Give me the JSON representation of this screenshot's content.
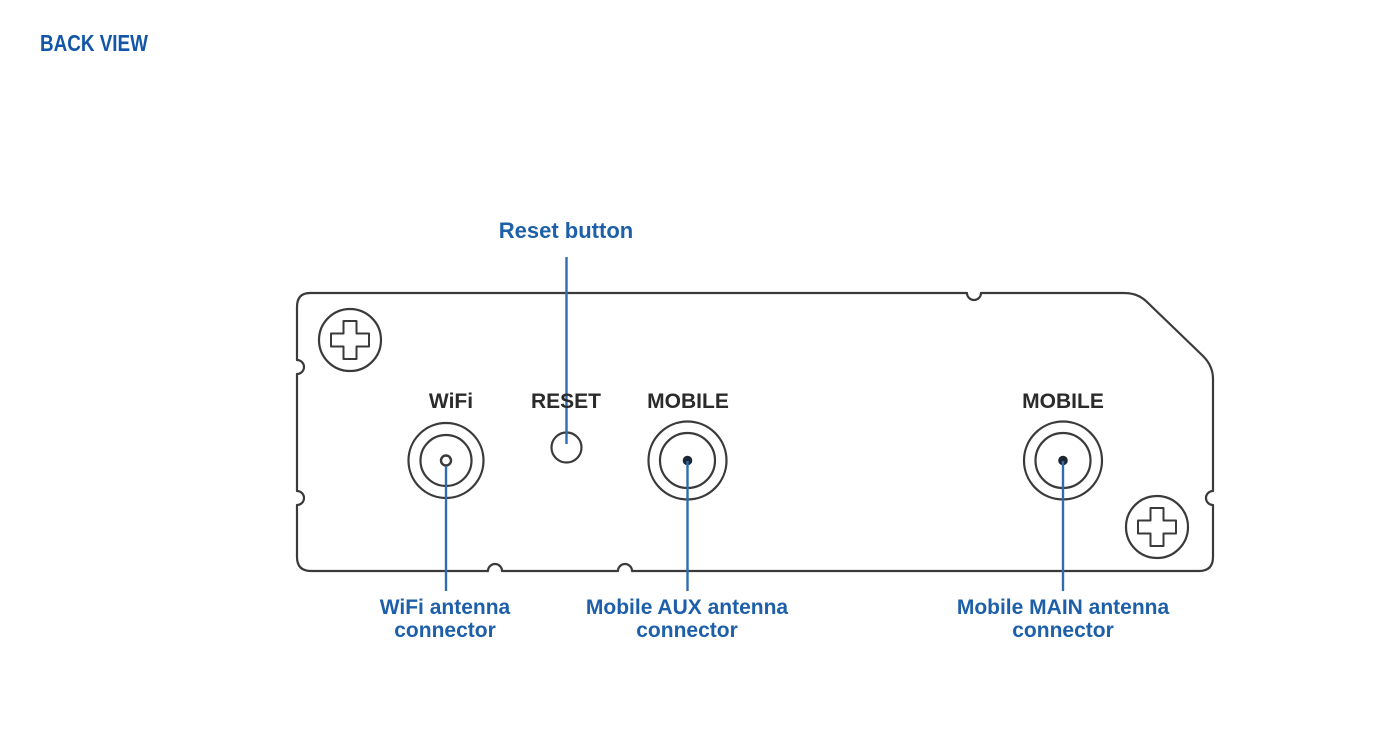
{
  "page": {
    "title": "BACK VIEW"
  },
  "colors": {
    "heading_blue": "#1356a8",
    "callout_blue": "#1d5fa9",
    "leader_line_blue": "#2f6db0",
    "outline_dark": "#3a3a3a",
    "port_label_dark": "#2b2b2b",
    "background": "#ffffff"
  },
  "icons": {
    "screw_top_left": "phillips-screw-head",
    "screw_bottom_right": "phillips-screw-head",
    "wifi_connector": "rp-sma-antenna-connector",
    "reset_button": "reset-pinhole-button",
    "mobile_aux_connector": "sma-antenna-connector",
    "mobile_main_connector": "sma-antenna-connector"
  },
  "device": {
    "name": "router-back-panel",
    "ports": {
      "wifi": {
        "label": "WiFi"
      },
      "reset": {
        "label": "RESET"
      },
      "mobile_aux": {
        "label": "MOBILE"
      },
      "mobile_main": {
        "label": "MOBILE"
      }
    }
  },
  "callouts": {
    "reset": {
      "text": "Reset button"
    },
    "wifi": {
      "line1": "WiFi antenna",
      "line2": "connector"
    },
    "mobile_aux": {
      "line1": "Mobile AUX antenna",
      "line2": "connector"
    },
    "mobile_main": {
      "line1": "Mobile MAIN antenna",
      "line2": "connector"
    }
  }
}
